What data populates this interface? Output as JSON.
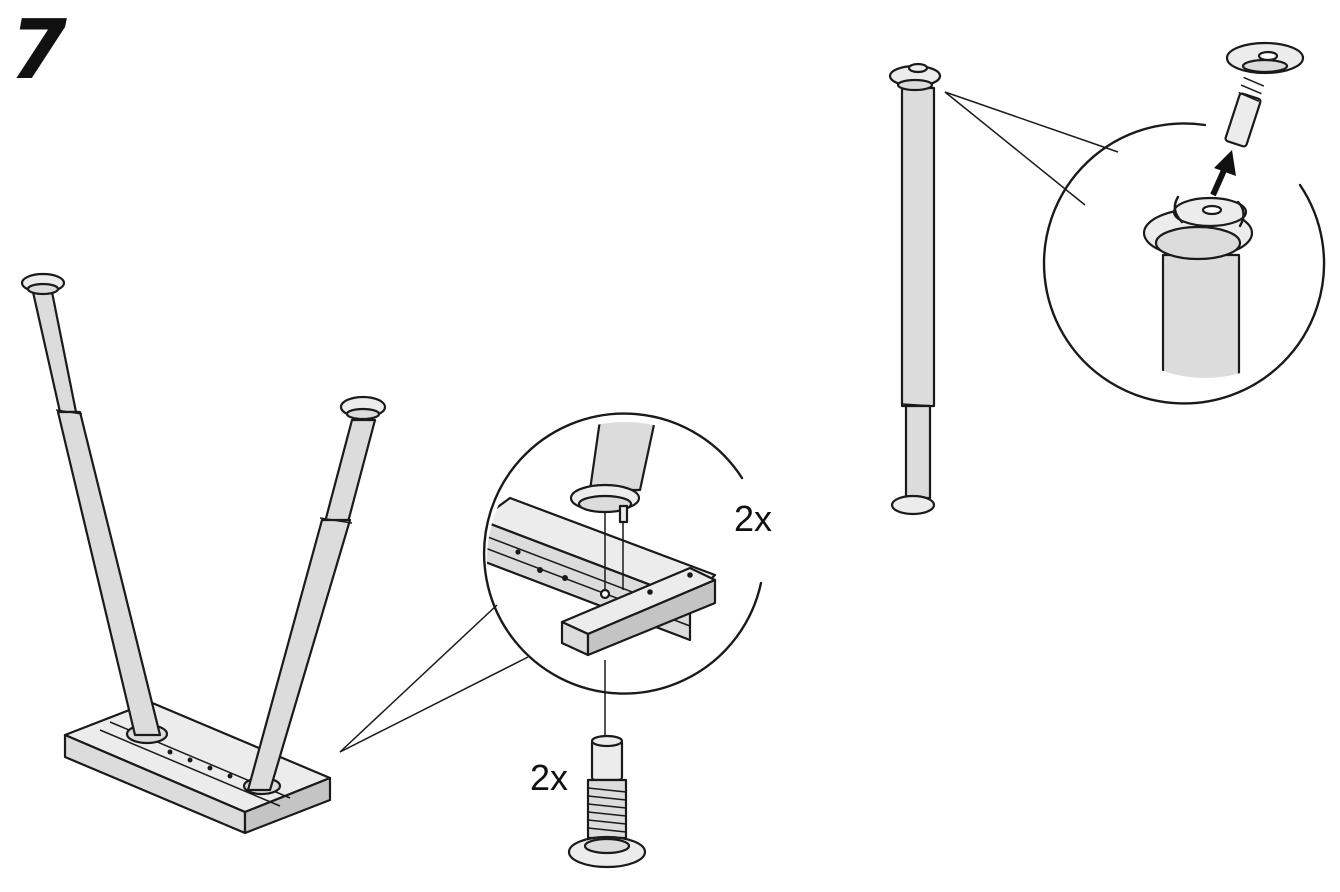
{
  "step": {
    "number": "7"
  },
  "callout_bottom": {
    "quantity_label": "2x"
  },
  "screw": {
    "quantity_label": "2x"
  },
  "colors": {
    "ink": "#1a1a1a",
    "metal": "#dcdcdc",
    "background": "#ffffff"
  }
}
